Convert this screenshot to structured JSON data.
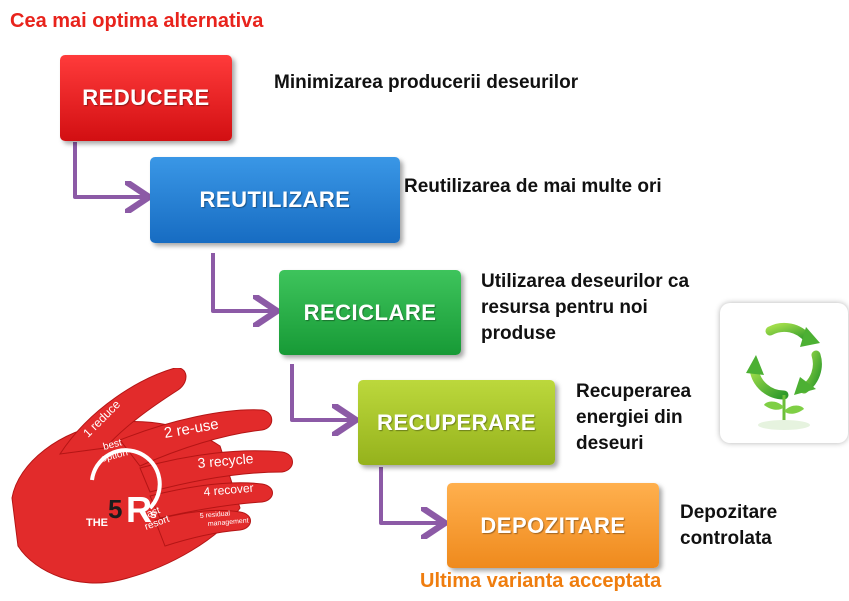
{
  "header": {
    "best": "Cea mai optima alternativa",
    "last": "Ultima varianta acceptata"
  },
  "steps": [
    {
      "label": "REDUCERE",
      "desc": [
        "Minimizarea producerii deseurilor"
      ],
      "color": "#e8171d"
    },
    {
      "label": "REUTILIZARE",
      "desc": [
        "Reutilizarea de mai multe ori"
      ],
      "color": "#1e7fd4"
    },
    {
      "label": "RECICLARE",
      "desc": [
        "Utilizarea deseurilor ca",
        "resursa pentru noi",
        "produse"
      ],
      "color": "#22ad43"
    },
    {
      "label": "RECUPERARE",
      "desc": [
        "Recuperarea",
        "energiei din",
        "deseuri"
      ],
      "color": "#a9c625"
    },
    {
      "label": "DEPOZITARE",
      "desc": [
        "Depozitare",
        "controlata"
      ],
      "color": "#f59a30"
    }
  ],
  "hand": {
    "fingers": [
      "1 reduce",
      "2 re-use",
      "3 recycle",
      "4 recover",
      "5 residual",
      "management"
    ],
    "best_option": [
      "best",
      "option"
    ],
    "last_resort": [
      "last",
      "resort"
    ],
    "logo": {
      "the": "THE",
      "five": "5",
      "r": "R",
      "s": "s"
    }
  },
  "icons": {
    "recycle": "recycle-icon"
  },
  "colors": {
    "arrow": "#8c5aa6",
    "hand": "#e22b2b"
  }
}
